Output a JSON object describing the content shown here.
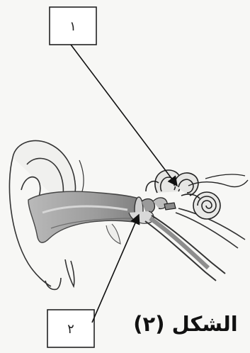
{
  "figure": {
    "caption": "الشكل (٢)",
    "labels": [
      {
        "id": "label-1",
        "text": "١"
      },
      {
        "id": "label-2",
        "text": "٢"
      }
    ]
  }
}
